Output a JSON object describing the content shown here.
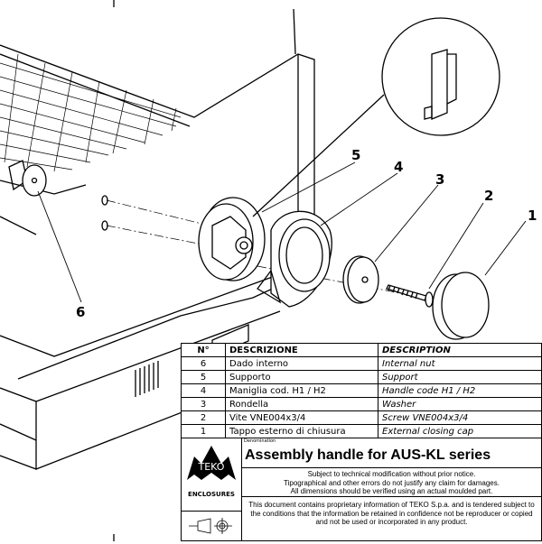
{
  "callouts": [
    "1",
    "2",
    "3",
    "4",
    "5",
    "6"
  ],
  "table": {
    "headers": [
      "N°",
      "DESCRIZIONE",
      "DESCRIPTION"
    ],
    "rows": [
      {
        "n": "6",
        "descrizione": "Dado interno",
        "description": "Internal nut"
      },
      {
        "n": "5",
        "descrizione": "Supporto",
        "description": "Support"
      },
      {
        "n": "4",
        "descrizione": "Maniglia cod. H1 / H2",
        "description": "Handle code H1 / H2"
      },
      {
        "n": "3",
        "descrizione": "Rondella",
        "description": "Washer"
      },
      {
        "n": "2",
        "descrizione": "Vite VNE004x3/4",
        "description": "Screw VNE004x3/4"
      },
      {
        "n": "1",
        "descrizione": "Tappo esterno di chiusura",
        "description": "External closing cap"
      }
    ]
  },
  "title_block": {
    "logo_text": "TEKO",
    "brand": "ENCLOSURES",
    "denomination_label": "Denomination",
    "title": "Assembly handle for AUS-KL series",
    "notice": [
      "Subject to technical modification without prior notice.",
      "Tipographical and other errors do not justify any claim for damages.",
      "All dimensions should be verified using an actual moulded part."
    ],
    "proprietary": [
      "This document contains proprietary information of TEKO S.p.a. and is tendered subject to",
      "the conditions that the information be retained in confidence not be reproducer or copied",
      "and not be used or incorporated in any product."
    ]
  }
}
